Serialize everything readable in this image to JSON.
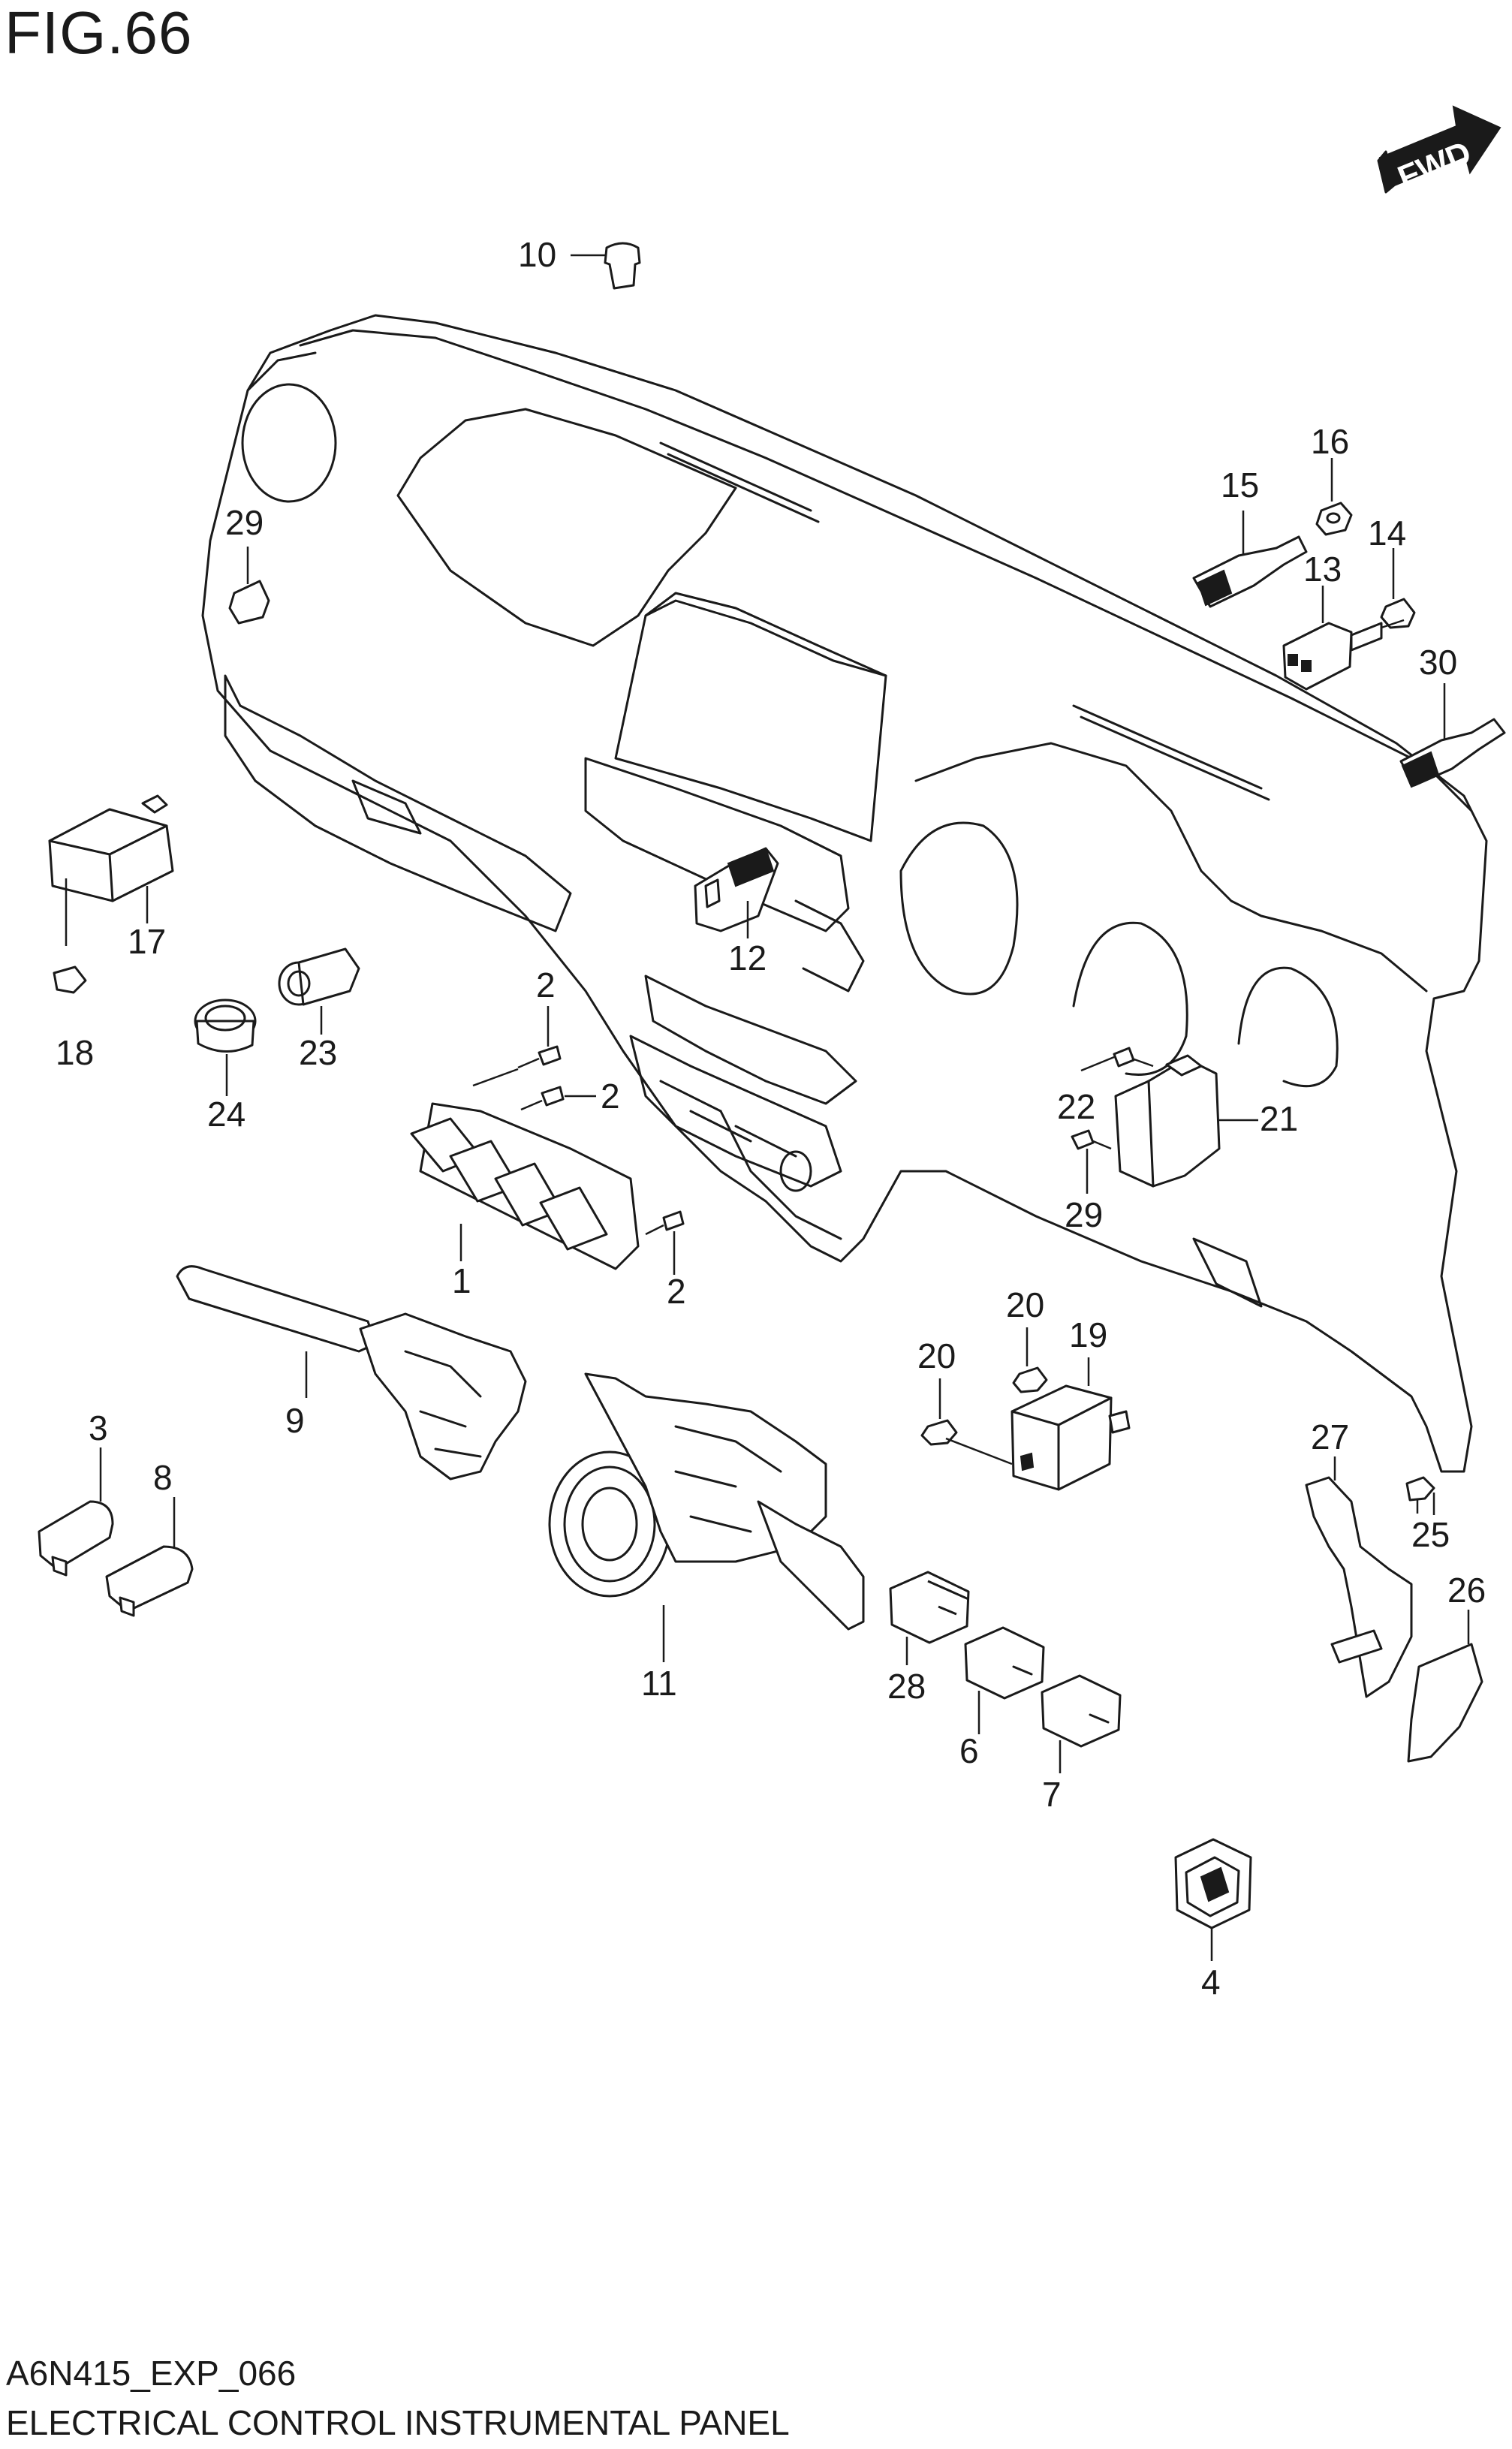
{
  "figure": {
    "title": "FIG.66",
    "code": "A6N415_EXP_066",
    "name": "ELECTRICAL CONTROL INSTRUMENTAL PANEL",
    "fwd_label": "FWD"
  },
  "callouts": {
    "c1": "1",
    "c2a": "2",
    "c2b": "2",
    "c2c": "2",
    "c3": "3",
    "c4": "4",
    "c6": "6",
    "c7": "7",
    "c8": "8",
    "c9": "9",
    "c10": "10",
    "c11": "11",
    "c12": "12",
    "c13": "13",
    "c14": "14",
    "c15": "15",
    "c16": "16",
    "c17": "17",
    "c18": "18",
    "c19": "19",
    "c20a": "20",
    "c20b": "20",
    "c21": "21",
    "c22": "22",
    "c23": "23",
    "c24": "24",
    "c25": "25",
    "c26": "26",
    "c27": "27",
    "c28": "28",
    "c29a": "29",
    "c29b": "29",
    "c30": "30"
  }
}
